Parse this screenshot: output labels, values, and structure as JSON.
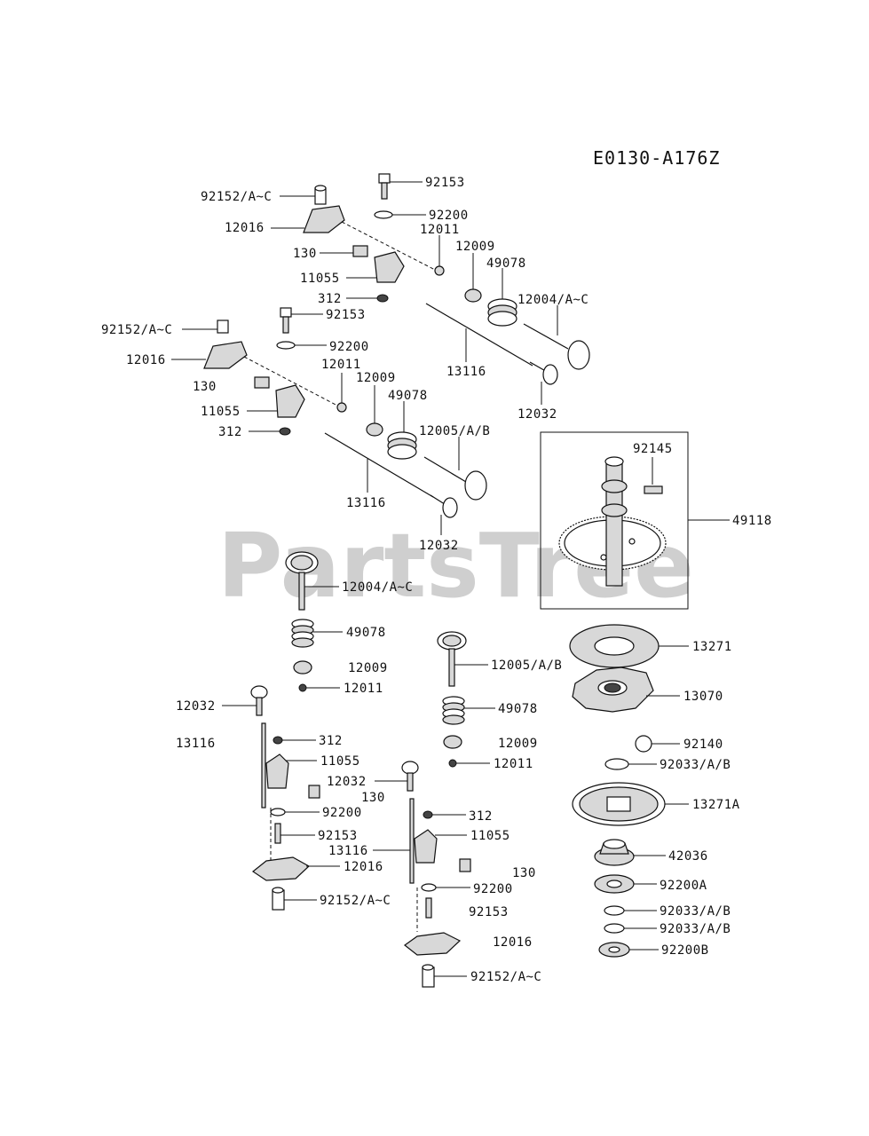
{
  "diagram_code": "E0130-A176Z",
  "watermark": "PartsTree",
  "labels": {
    "p92153_a": "92153",
    "p92152_a": "92152/A~C",
    "p92200_a": "92200",
    "p12016_a": "12016",
    "p12011_a": "12011",
    "p12009_a": "12009",
    "p130_a": "130",
    "p49078_a": "49078",
    "p11055_a": "11055",
    "p312_a": "312",
    "p12004_a": "12004/A~C",
    "p92153_b": "92153",
    "p92152_b": "92152/A~C",
    "p92200_b": "92200",
    "p13116_a": "13116",
    "p12016_b": "12016",
    "p12032_a": "12032",
    "p130_b": "130",
    "p12011_b": "12011",
    "p12009_b": "12009",
    "p49078_b": "49078",
    "p11055_b": "11055",
    "p12005_a": "12005/A/B",
    "p312_b": "312",
    "p92145": "92145",
    "p49118": "49118",
    "p13116_b": "13116",
    "p12032_b": "12032",
    "p12004_b": "12004/A~C",
    "p13271": "13271",
    "p49078_c": "49078",
    "p12009_c": "12009",
    "p12005_b": "12005/A/B",
    "p12011_c": "12011",
    "p13070": "13070",
    "p12032_c": "12032",
    "p49078_d": "49078",
    "p13116_c": "13116",
    "p312_c": "312",
    "p12009_d": "12009",
    "p92140": "92140",
    "p11055_c": "11055",
    "p12011_d": "12011",
    "p92033_a": "92033/A/B",
    "p12032_d": "12032",
    "p130_c": "130",
    "p92200_c": "92200",
    "p13271a": "13271A",
    "p312_d": "312",
    "p92153_c": "92153",
    "p11055_d": "11055",
    "p13116_d": "13116",
    "p12016_c": "12016",
    "p42036": "42036",
    "p130_d": "130",
    "p92200_d": "92200",
    "p92200a": "92200A",
    "p92152_c": "92152/A~C",
    "p92153_d": "92153",
    "p92033_b": "92033/A/B",
    "p92033_c": "92033/A/B",
    "p12016_d": "12016",
    "p92200b": "92200B",
    "p92152_d": "92152/A~C"
  }
}
